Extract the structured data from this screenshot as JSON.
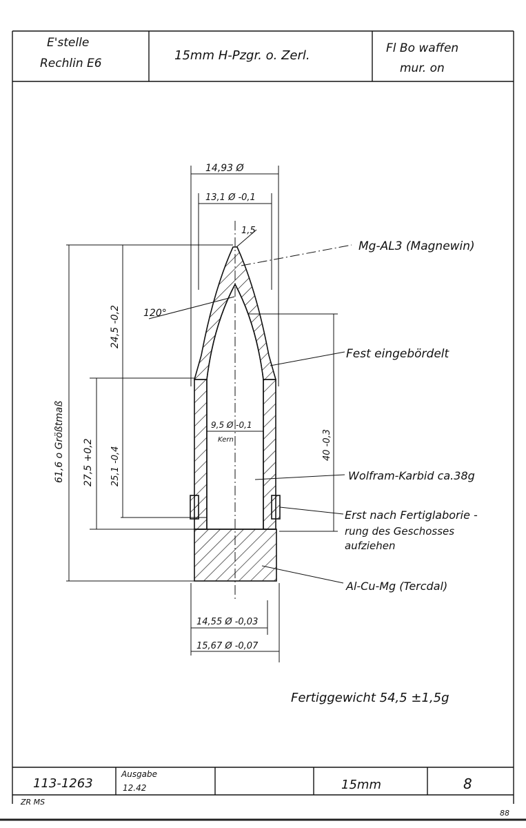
{
  "header": {
    "left_line1": "E'stelle",
    "left_line2": "Rechlin E6",
    "title": "15mm H-Pzgr. o. Zerl.",
    "right_line1": "Fl Bo  waffen",
    "right_line2": "mur.   on"
  },
  "dimensions": {
    "outer_diameter": "14,93 Ø",
    "tip_diameter": "13,1 Ø -0,1",
    "tip_radius": "1,5",
    "tip_angle": "120°",
    "ogive_length": "24,5 -0,2",
    "overall_length": "61,6 o Größtmaß",
    "body_length": "27,5 +0,2",
    "core_length": "25,1 -0,4",
    "core_diameter": "9,5 Ø -0,1",
    "core_label": "Kern",
    "crimp_length": "40 -0,3",
    "band_diameter_1": "14,55 Ø -0,03",
    "band_diameter_2": "15,67 Ø -0,07"
  },
  "labels": {
    "nose_material": "Mg-AL3 (Magnewin)",
    "crimp": "Fest eingebördelt",
    "core_material": "Wolfram-Karbid ca.38g",
    "band_note_1": "Erst nach Fertiglaborie -",
    "band_note_2": "rung des Geschosses",
    "band_note_3": "aufziehen",
    "base_material": "Al-Cu-Mg (Tercdal)"
  },
  "weight": "Fertiggewicht 54,5 ±1,5g",
  "footer": {
    "number": "113-1263",
    "edition_label": "Ausgabe",
    "edition_date": "12.42",
    "caliber": "15mm",
    "sheet": "8",
    "stamp": "ZR MS",
    "corner": "88"
  }
}
